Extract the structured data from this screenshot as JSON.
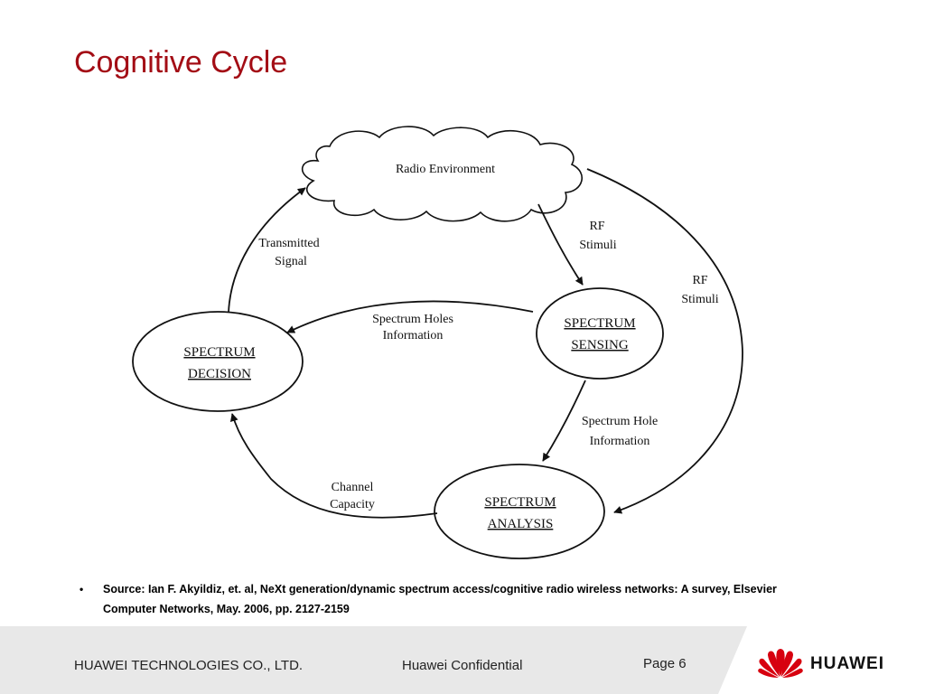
{
  "slide": {
    "title": "Cognitive Cycle"
  },
  "diagram": {
    "nodes": {
      "radio_environment": "Radio Environment",
      "spectrum_sensing": [
        "SPECTRUM",
        "SENSING"
      ],
      "spectrum_decision": [
        "SPECTRUM",
        "DECISION"
      ],
      "spectrum_analysis": [
        "SPECTRUM",
        "ANALYSIS"
      ]
    },
    "edges": {
      "rf_stimuli_inner": [
        "RF",
        "Stimuli"
      ],
      "rf_stimuli_outer": [
        "RF",
        "Stimuli"
      ],
      "spectrum_holes_information": [
        "Spectrum Holes",
        "Information"
      ],
      "spectrum_hole_information": [
        "Spectrum Hole",
        "Information"
      ],
      "channel_capacity": [
        "Channel",
        "Capacity"
      ],
      "transmitted_signal": [
        "Transmitted",
        "Signal"
      ]
    }
  },
  "source": {
    "bullet": "•",
    "text": "Source: Ian F. Akyildiz, et. al, NeXt generation/dynamic spectrum access/cognitive radio wireless networks: A survey, Elsevier Computer Networks, May. 2006, pp. 2127-2159"
  },
  "footer": {
    "company": "HUAWEI TECHNOLOGIES CO., LTD.",
    "confidential": "Huawei Confidential",
    "page_label": "Page 6",
    "logo_text": "HUAWEI",
    "logo_color": "#d7000f"
  }
}
